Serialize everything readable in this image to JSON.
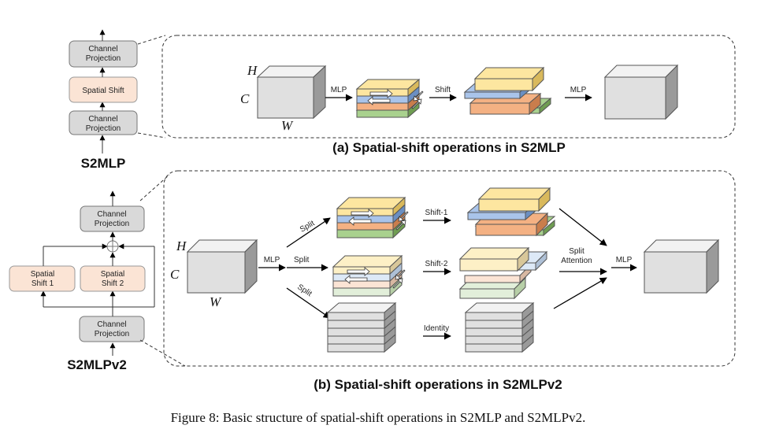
{
  "left_top": {
    "block_top": "Channel\nProjection",
    "block_mid": "Spatial Shift",
    "block_bot": "Channel\nProjection",
    "label": "S2MLP"
  },
  "left_bottom": {
    "block_top": "Channel\nProjection",
    "shift1": "Spatial\nShift 1",
    "shift2": "Spatial\nShift 2",
    "block_bot": "Channel\nProjection",
    "label": "S2MLPv2"
  },
  "panel_a": {
    "dim_h": "H",
    "dim_c": "C",
    "dim_w": "W",
    "arrow1": "MLP",
    "arrow2": "Shift",
    "arrow3": "MLP",
    "title": "(a) Spatial-shift operations in S2MLP"
  },
  "panel_b": {
    "dim_h": "H",
    "dim_c": "C",
    "dim_w": "W",
    "mlp_in": "MLP",
    "split_top": "Split",
    "split_mid": "Split",
    "split_bot": "Split",
    "shift1": "Shift-1",
    "shift2": "Shift-2",
    "identity": "Identity",
    "split_attention": "Split\nAttention",
    "mlp_out": "MLP",
    "title": "(b) Spatial-shift operations in S2MLPv2"
  },
  "caption": "Figure 8:  Basic structure of spatial-shift operations in S2MLP and S2MLPv2.",
  "colors": {
    "yellow": "#fde6a0",
    "blue": "#a9c4ea",
    "orange": "#f4b183",
    "green": "#a9d18e",
    "lightblue": "#dde9f7",
    "lightgreen": "#e2efda",
    "gray": "#e4e4e4",
    "peach": "#fbe4d5"
  }
}
